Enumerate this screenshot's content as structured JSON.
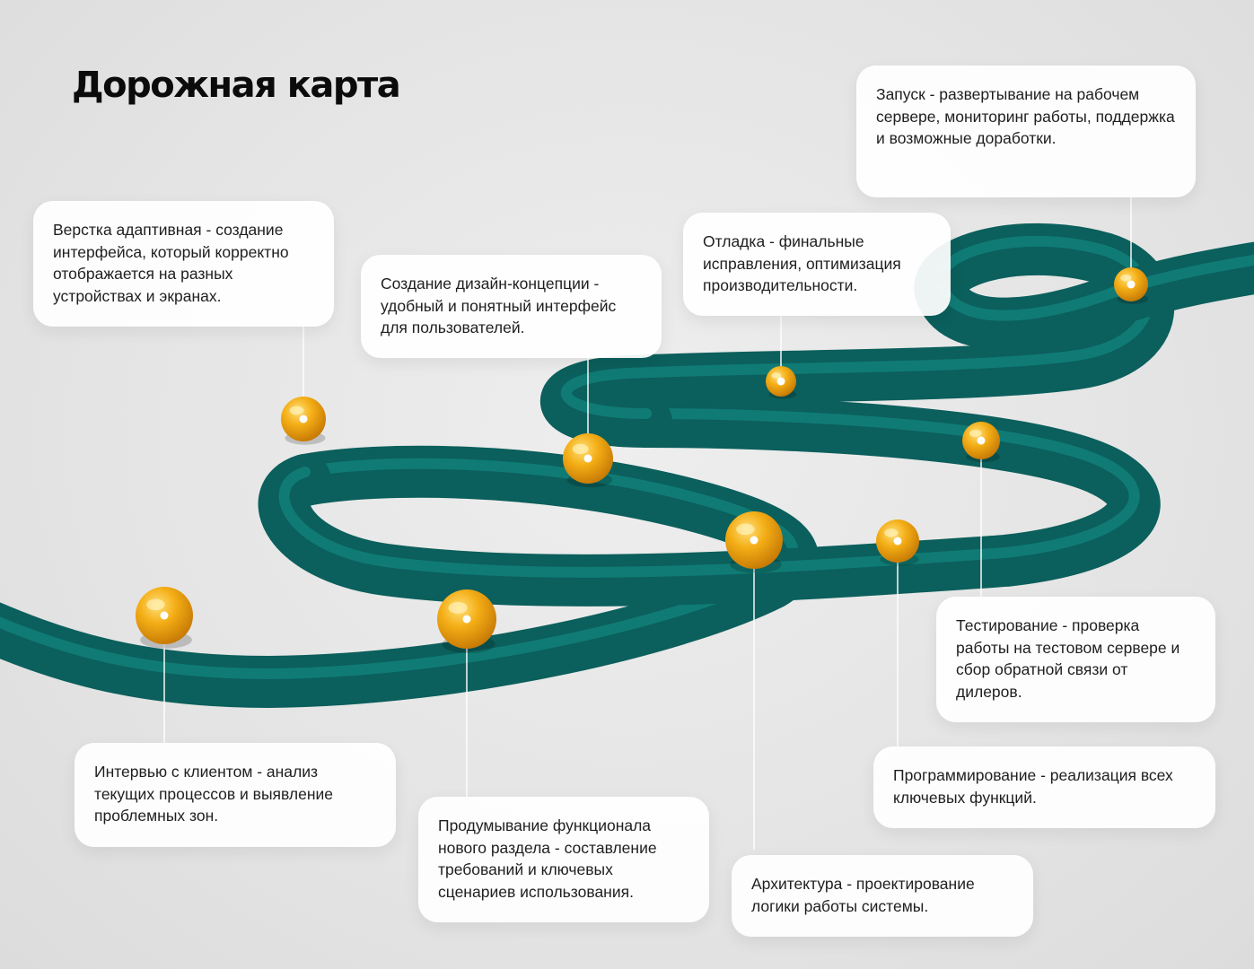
{
  "title": "Дорожная карта",
  "colors": {
    "tube": "#0b5f5c",
    "tube_highlight": "#16918a",
    "ball": "#f0a612",
    "background": "#e6e6e6"
  },
  "steps": [
    {
      "id": "interview",
      "text": "Интервью с клиентом -  анализ текущих процессов и выявление проблемных зон."
    },
    {
      "id": "functional",
      "text": "Продумывание функционала нового раздела - составление требований и ключевых сценариев использования."
    },
    {
      "id": "layout",
      "text": "Верстка адаптивная - создание интерфейса, который корректно отображается на разных устройствах и экранах."
    },
    {
      "id": "design",
      "text": "Создание дизайн-концепции - удобный и понятный интерфейс для пользователей."
    },
    {
      "id": "architecture",
      "text": "Архитектура - проектирование логики работы системы."
    },
    {
      "id": "programming",
      "text": "Программирование - реализация всех ключевых функций."
    },
    {
      "id": "debugging",
      "text": "Отладка - финальные исправления, оптимизация производительности."
    },
    {
      "id": "testing",
      "text": "Тестирование - проверка работы на тестовом сервере и сбор обратной связи от дилеров."
    },
    {
      "id": "launch",
      "text": "Запуск - развертывание на рабочем сервере, мониторинг работы, поддержка и возможные доработки."
    }
  ]
}
